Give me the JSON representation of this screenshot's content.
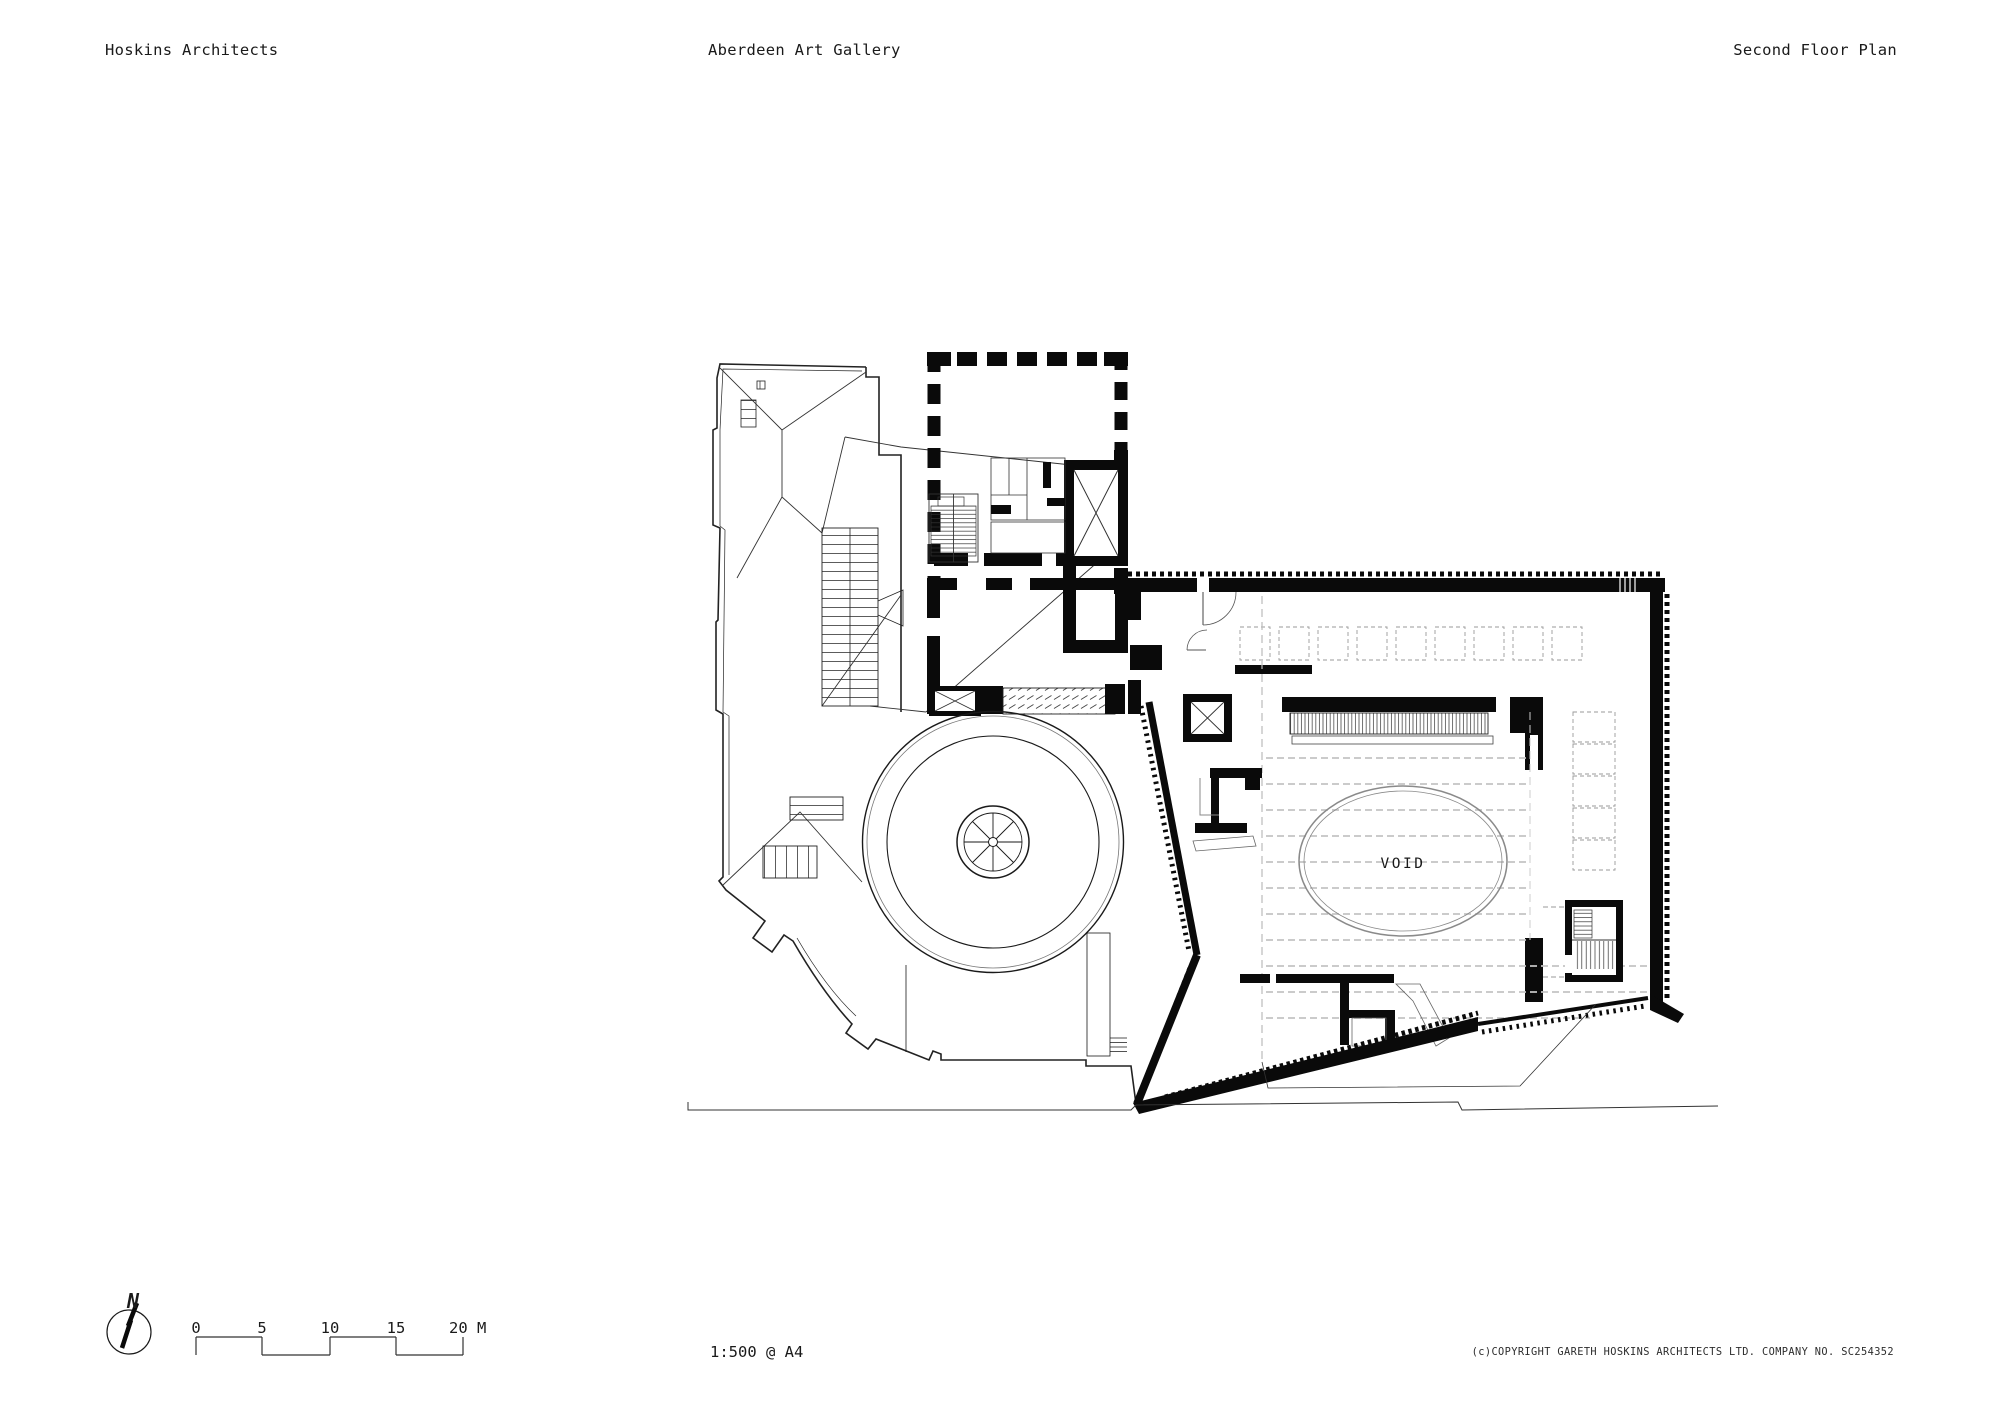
{
  "header": {
    "left": "Hoskins Architects",
    "center": "Aberdeen Art Gallery",
    "right": "Second Floor Plan"
  },
  "plan": {
    "void_label": "VOID"
  },
  "footer": {
    "north_label": "N",
    "scale_bar": {
      "labels": [
        "0",
        "5",
        "10",
        "15",
        "20 M"
      ],
      "unit": "M"
    },
    "scale_text": "1:500 @ A4",
    "copyright": "(c)COPYRIGHT GARETH HOSKINS ARCHITECTS LTD. COMPANY NO. SC254352"
  },
  "colors": {
    "ink": "#1a1a1a",
    "wall": "#0a0a0a",
    "light_line": "#8a8a8a",
    "dash_line": "#c4c4c4",
    "background": "#ffffff"
  }
}
